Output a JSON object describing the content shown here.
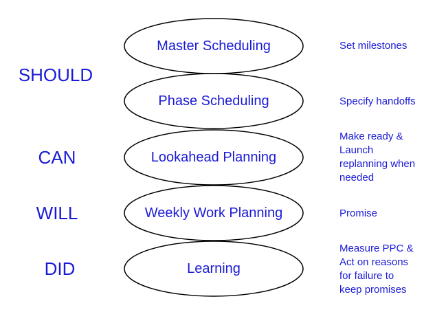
{
  "colors": {
    "text": "#1a1ad6",
    "outline": "#000000",
    "fill": "#ffffff"
  },
  "left_labels": [
    "SHOULD",
    "CAN",
    "WILL",
    "DID"
  ],
  "levels": [
    "Master Scheduling",
    "Phase Scheduling",
    "Lookahead Planning",
    "Weekly Work Planning",
    "Learning"
  ],
  "notes": [
    [
      "Set milestones"
    ],
    [
      "Specify handoffs"
    ],
    [
      "Make ready &",
      "Launch",
      "replanning when",
      "needed"
    ],
    [
      "Promise"
    ],
    [
      "Measure PPC &",
      "Act on reasons",
      "for failure to",
      "keep promises"
    ]
  ]
}
